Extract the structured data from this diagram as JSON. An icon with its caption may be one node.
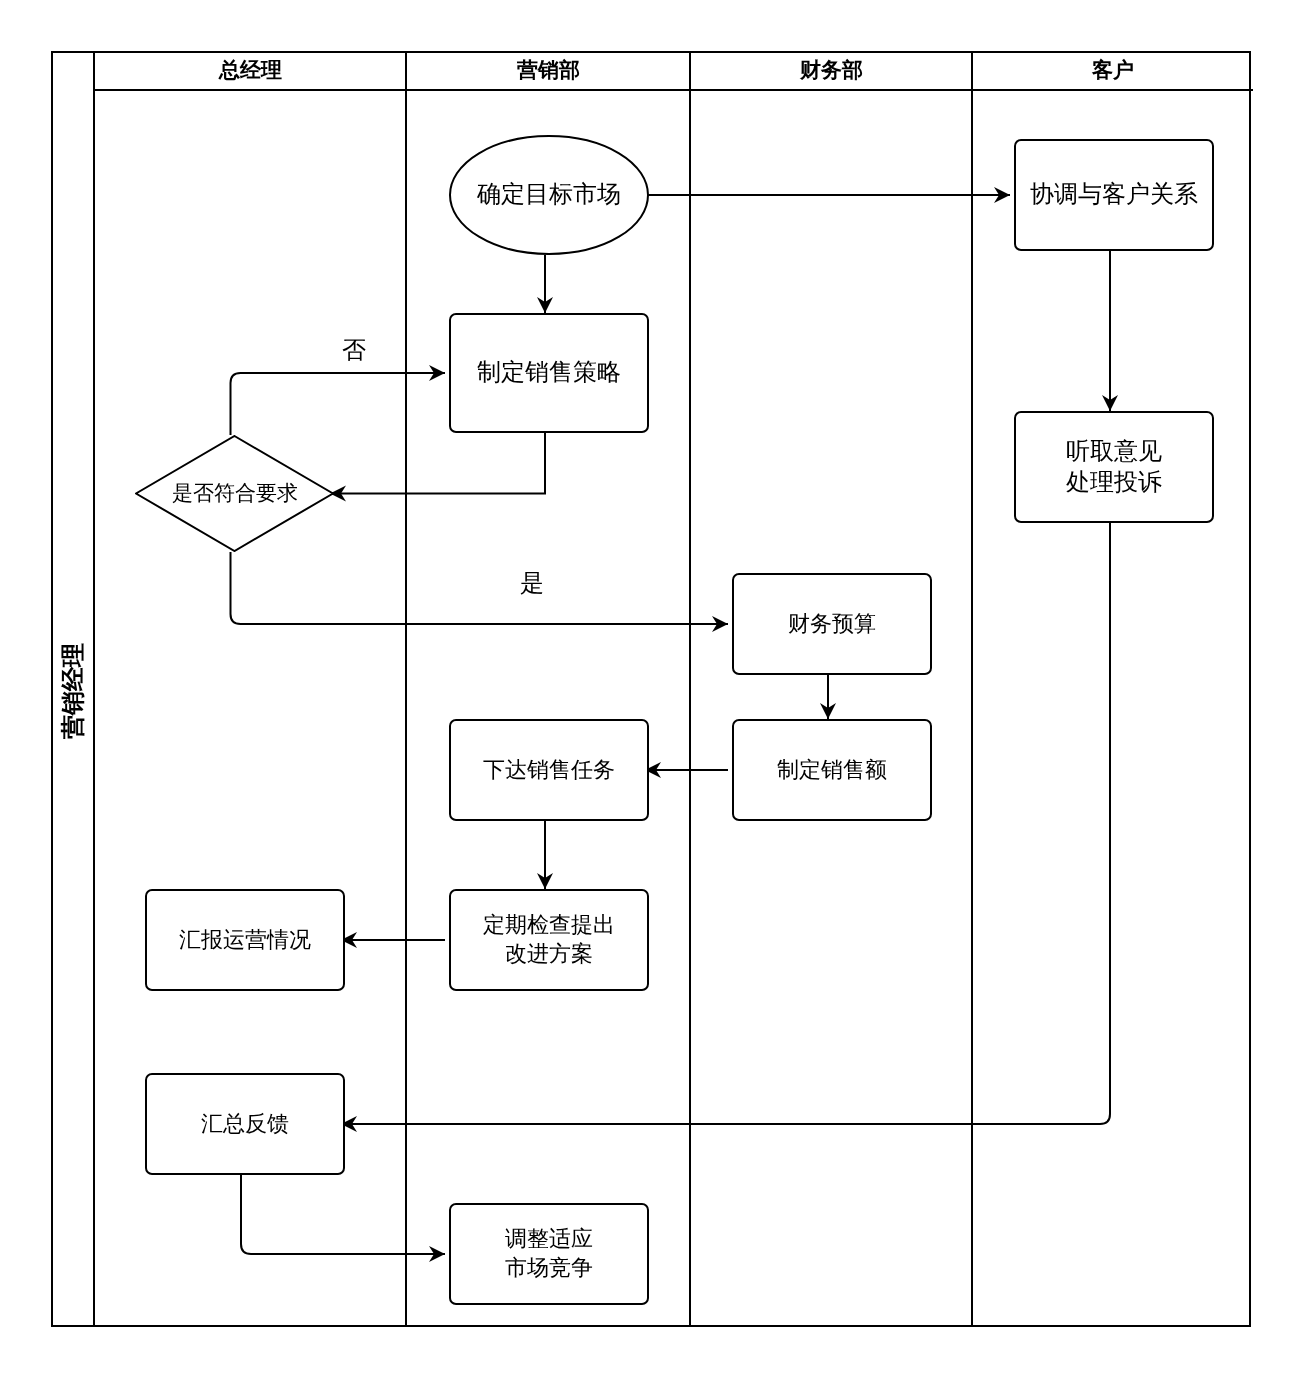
{
  "diagram": {
    "nodes": [
      {
        "text": [
          "营销经理"
        ]
      },
      {
        "text": [
          "总经理"
        ],
        "in": 0
      },
      {
        "text": [
          "营销部"
        ],
        "in": 0
      },
      {
        "text": [
          "财务部"
        ],
        "in": 0
      },
      {
        "text": [
          "客户"
        ],
        "in": 0
      },
      {
        "text": [
          "确定目标市场"
        ],
        "in": 2
      },
      {
        "text": [
          "协调与客户关系"
        ],
        "in": 4
      },
      {
        "text": [
          "制定销售策略"
        ],
        "in": 2
      },
      {
        "text": [
          "是否符合要求"
        ],
        "in": 1
      },
      {
        "text": [
          "听取意见处理投诉"
        ],
        "in": 4
      },
      {
        "text": [
          "财务预算"
        ],
        "in": 3
      },
      {
        "text": [
          "制定销售额"
        ],
        "in": 3
      },
      {
        "text": [
          "下达销售任务"
        ],
        "in": 2
      },
      {
        "text": [
          "汇报运营情况"
        ],
        "in": 1
      },
      {
        "text": [
          "定期检查提出改进方案"
        ],
        "in": 2
      },
      {
        "text": [
          "汇总反馈"
        ],
        "in": 1
      },
      {
        "text": [
          "调整适应市场竞争"
        ],
        "in": 2
      }
    ],
    "edges": [
      {
        "from": 5,
        "to": 6,
        "arrow": "to"
      },
      {
        "from": 5,
        "to": 7,
        "arrow": "to"
      },
      {
        "from": 7,
        "to": 8,
        "arrow": "to"
      },
      {
        "from": 8,
        "to": 7,
        "arrow": "to",
        "label": "否"
      },
      {
        "from": 8,
        "to": 10,
        "arrow": "to",
        "label": "是"
      },
      {
        "from": 10,
        "to": 11,
        "arrow": "to"
      },
      {
        "from": 11,
        "to": 12,
        "arrow": "to"
      },
      {
        "from": 12,
        "to": 14,
        "arrow": "to"
      },
      {
        "from": 14,
        "to": 13,
        "arrow": "to"
      },
      {
        "from": 6,
        "to": 9,
        "arrow": "to"
      },
      {
        "from": 9,
        "to": 15,
        "arrow": "to"
      },
      {
        "from": 15,
        "to": 16,
        "arrow": "to"
      }
    ]
  }
}
